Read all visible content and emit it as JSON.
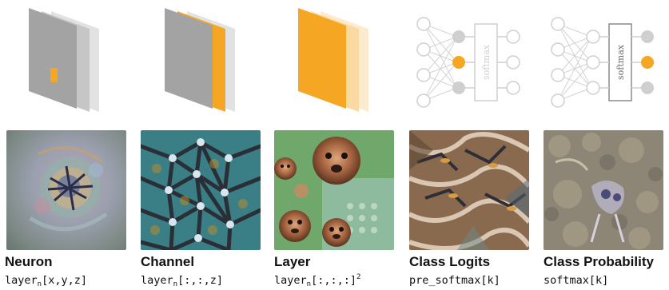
{
  "columns": [
    {
      "title": "Neuron",
      "code_prefix": "layer",
      "code_sub": "n",
      "code_suffix": "[x,y,z]",
      "code_sup": "",
      "diagram_icon": "neuron-slices-icon",
      "image_icon": "neuron-visualization-image"
    },
    {
      "title": "Channel",
      "code_prefix": "layer",
      "code_sub": "n",
      "code_suffix": "[:,:,z]",
      "code_sup": "",
      "diagram_icon": "channel-slices-icon",
      "image_icon": "channel-visualization-image"
    },
    {
      "title": "Layer",
      "code_prefix": "layer",
      "code_sub": "n",
      "code_suffix": "[:,:,:]",
      "code_sup": "2",
      "diagram_icon": "layer-slices-icon",
      "image_icon": "layer-visualization-image"
    },
    {
      "title": "Class Logits",
      "code_prefix": "pre_softmax[k]",
      "code_sub": "",
      "code_suffix": "",
      "code_sup": "",
      "diagram_icon": "softmax-network-icon",
      "image_icon": "class-logits-visualization-image"
    },
    {
      "title": "Class Probability",
      "code_prefix": "softmax[k]",
      "code_sub": "",
      "code_suffix": "",
      "code_sup": "",
      "diagram_icon": "softmax-network-icon",
      "image_icon": "class-probability-visualization-image"
    }
  ],
  "softmax_label": "softmax",
  "colors": {
    "accent": "#f5a623",
    "accent_light": "#fbd9a3",
    "accent_lighter": "#fdebd0",
    "slice_dark": "#a3a3a3",
    "slice_mid": "#c6c6c6",
    "slice_light": "#e2e2e2",
    "node_outline": "#cfcfcf",
    "node_fill": "#cfcfcf"
  }
}
